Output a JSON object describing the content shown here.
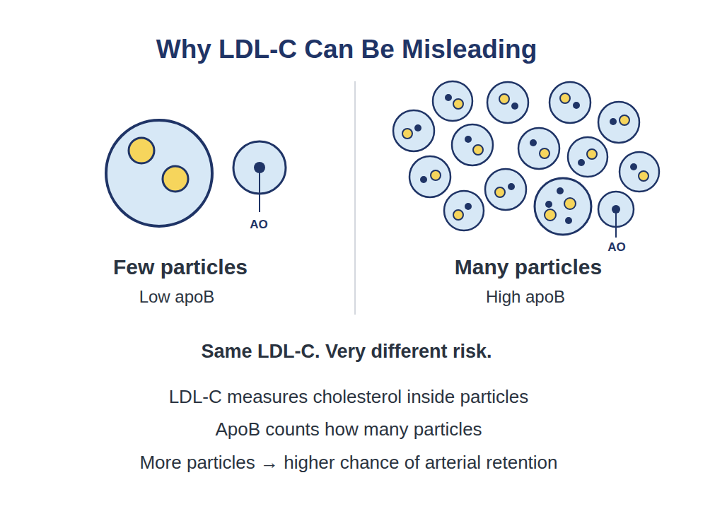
{
  "diagram": {
    "title": "Why LDL-C Can Be Misleading",
    "labels": [
      "AO",
      "Few particles",
      "Low apoB",
      "AO",
      "Many particles",
      "High apoB",
      "Same LDL-C. Very different risk.",
      "LDL-C measures cholesterol inside particles",
      "ApoB counts how many particles",
      "More particles → higher chance of arterial retention"
    ]
  }
}
